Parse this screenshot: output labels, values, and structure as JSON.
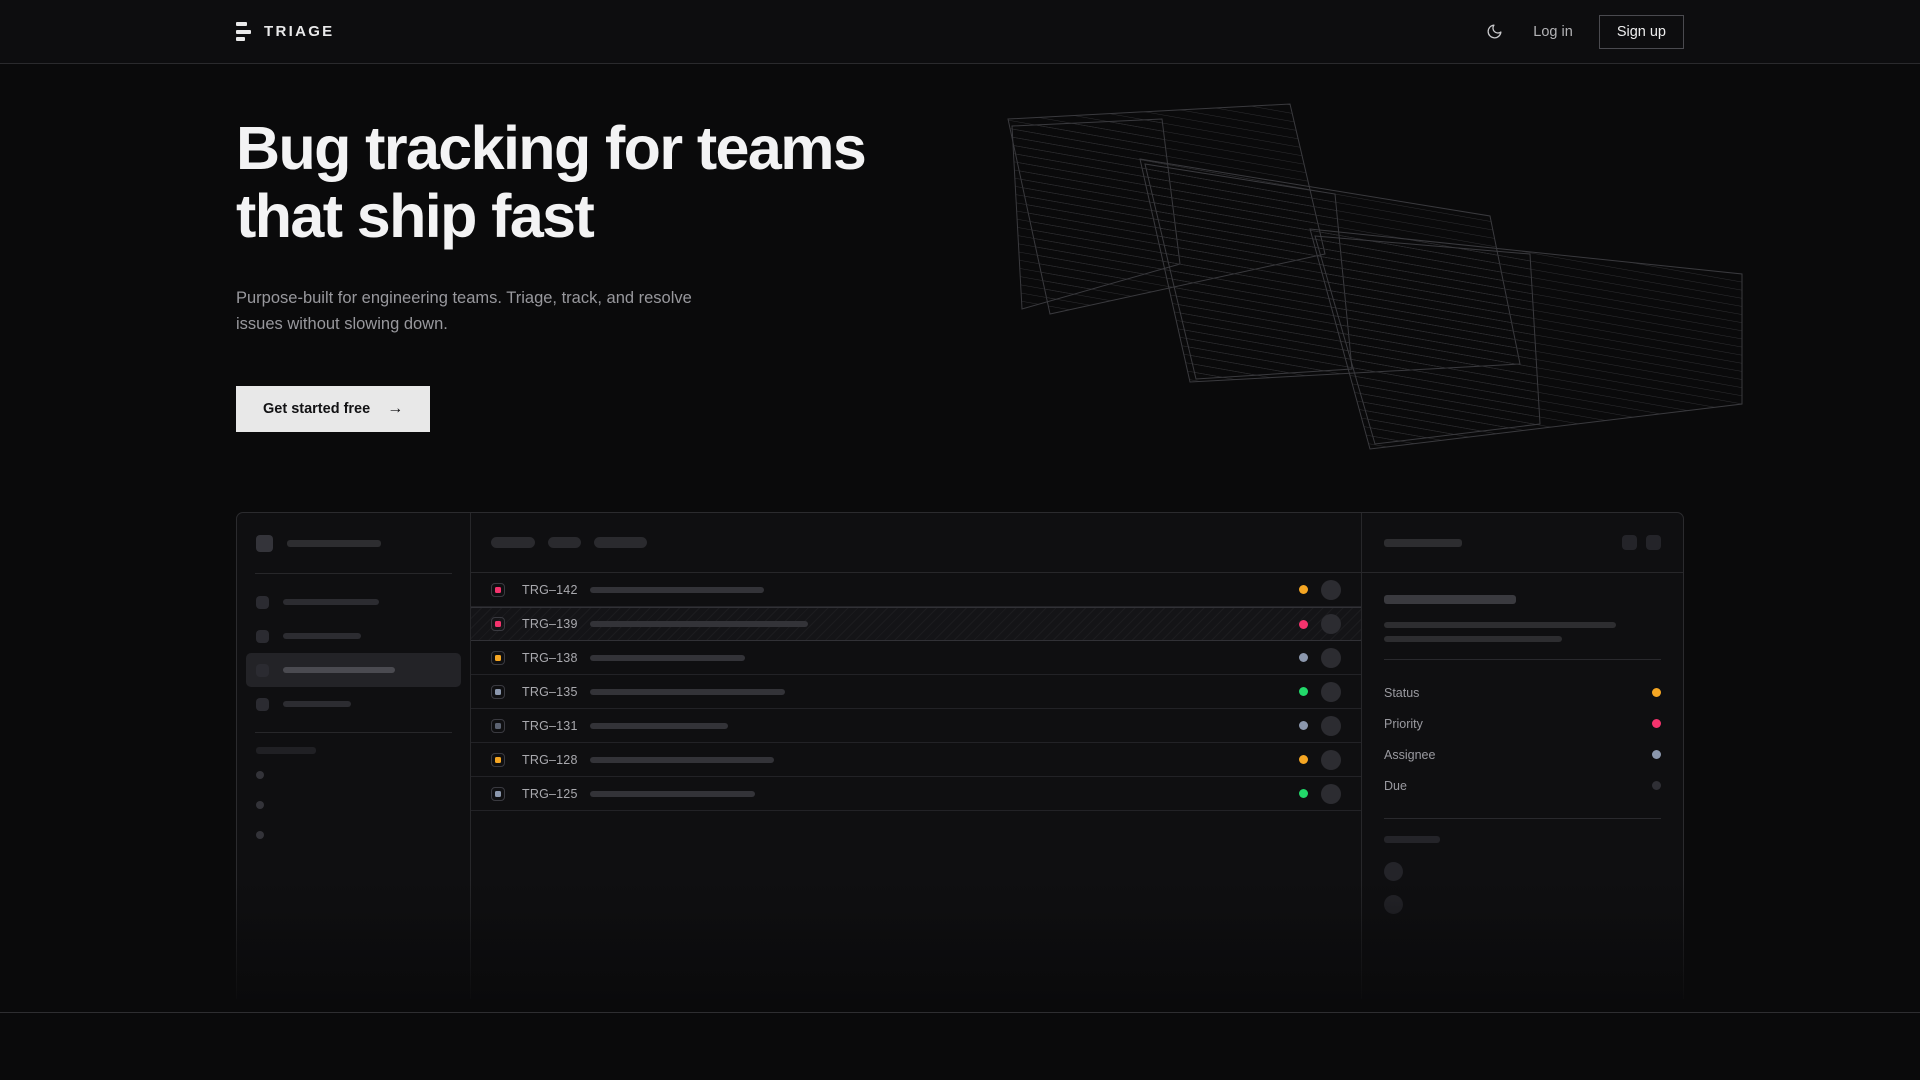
{
  "theme": {
    "background": "#0a0a0b",
    "nav_background": "#0d0d0f",
    "panel_background": "#0f0f11",
    "border": "#2b2b2e",
    "text_primary": "#f3f3f4",
    "text_muted": "#98989d",
    "accent_button_bg": "#e8e8e8",
    "status_amber": "#f5a623",
    "status_pink": "#f4336d",
    "status_green": "#22d96a",
    "status_slate": "#8b97ad",
    "status_empty": "#3a3a40"
  },
  "nav": {
    "brand": "TRIAGE",
    "brand_icon": "triage-bars-icon",
    "theme_toggle_icon": "moon-icon",
    "login_label": "Log in",
    "signup_label": "Sign up"
  },
  "hero": {
    "headline_line1": "Bug tracking for teams",
    "headline_line2": "that ship fast",
    "subheadline": "Purpose-built for engineering teams. Triage, track, and resolve issues without slowing down.",
    "cta_label": "Get started free",
    "cta_arrow": "→"
  },
  "mockup": {
    "sidebar": {
      "workspace_placeholder_width": 94,
      "nav_items": [
        {
          "width": 96,
          "active": false
        },
        {
          "width": 78,
          "active": false
        },
        {
          "width": 112,
          "active": true
        },
        {
          "width": 68,
          "active": false
        }
      ],
      "group_label_width": 60,
      "sub_items": [
        1,
        2,
        3
      ]
    },
    "toolbar_chips": [
      44,
      33,
      53
    ],
    "detail_header_buttons": [
      "panel-collapse-icon",
      "more-options-icon"
    ],
    "detail": {
      "title_width": 132,
      "body_line_widths": [
        232,
        178
      ],
      "meta": [
        {
          "label": "Status",
          "dot": "#f5a623"
        },
        {
          "label": "Priority",
          "dot": "#f4336d"
        },
        {
          "label": "Assignee",
          "dot": "#8b97ad"
        },
        {
          "label": "Due",
          "dot": "#2f2f35"
        }
      ],
      "comments_label_width": 56,
      "comments": [
        1,
        2
      ]
    },
    "columns": [
      "priority",
      "id",
      "title",
      "status",
      "assignee"
    ],
    "rows": [
      {
        "id": "TRG–142",
        "priority_color": "#f4336d",
        "title_width": 174,
        "status_color": "#f5a623",
        "selected": false
      },
      {
        "id": "TRG–139",
        "priority_color": "#f4336d",
        "title_width": 218,
        "status_color": "#f4336d",
        "selected": true
      },
      {
        "id": "TRG–138",
        "priority_color": "#f5a623",
        "title_width": 155,
        "status_color": "#8b97ad",
        "selected": false
      },
      {
        "id": "TRG–135",
        "priority_color": "#8b97ad",
        "title_width": 195,
        "status_color": "#22d96a",
        "selected": false
      },
      {
        "id": "TRG–131",
        "priority_color": "#5c6372",
        "title_width": 138,
        "status_color": "#8b97ad",
        "selected": false
      },
      {
        "id": "TRG–128",
        "priority_color": "#f5a623",
        "title_width": 184,
        "status_color": "#f5a623",
        "selected": false
      },
      {
        "id": "TRG–125",
        "priority_color": "#8b97ad",
        "title_width": 165,
        "status_color": "#22d96a",
        "selected": false
      }
    ]
  }
}
